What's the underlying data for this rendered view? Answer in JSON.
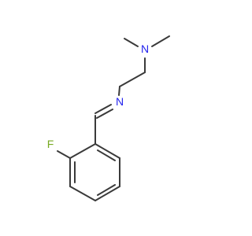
{
  "molecule": {
    "atoms": [
      {
        "symbol": "N",
        "color": "#2222ee"
      },
      {
        "symbol": "N",
        "color": "#2222ee"
      },
      {
        "symbol": "F",
        "color": "#77aa22"
      }
    ]
  },
  "colors": {
    "bond": "#3a3a3a",
    "nitrogen": "#2222ee",
    "fluorine": "#77aa22",
    "background": "#ffffff"
  }
}
